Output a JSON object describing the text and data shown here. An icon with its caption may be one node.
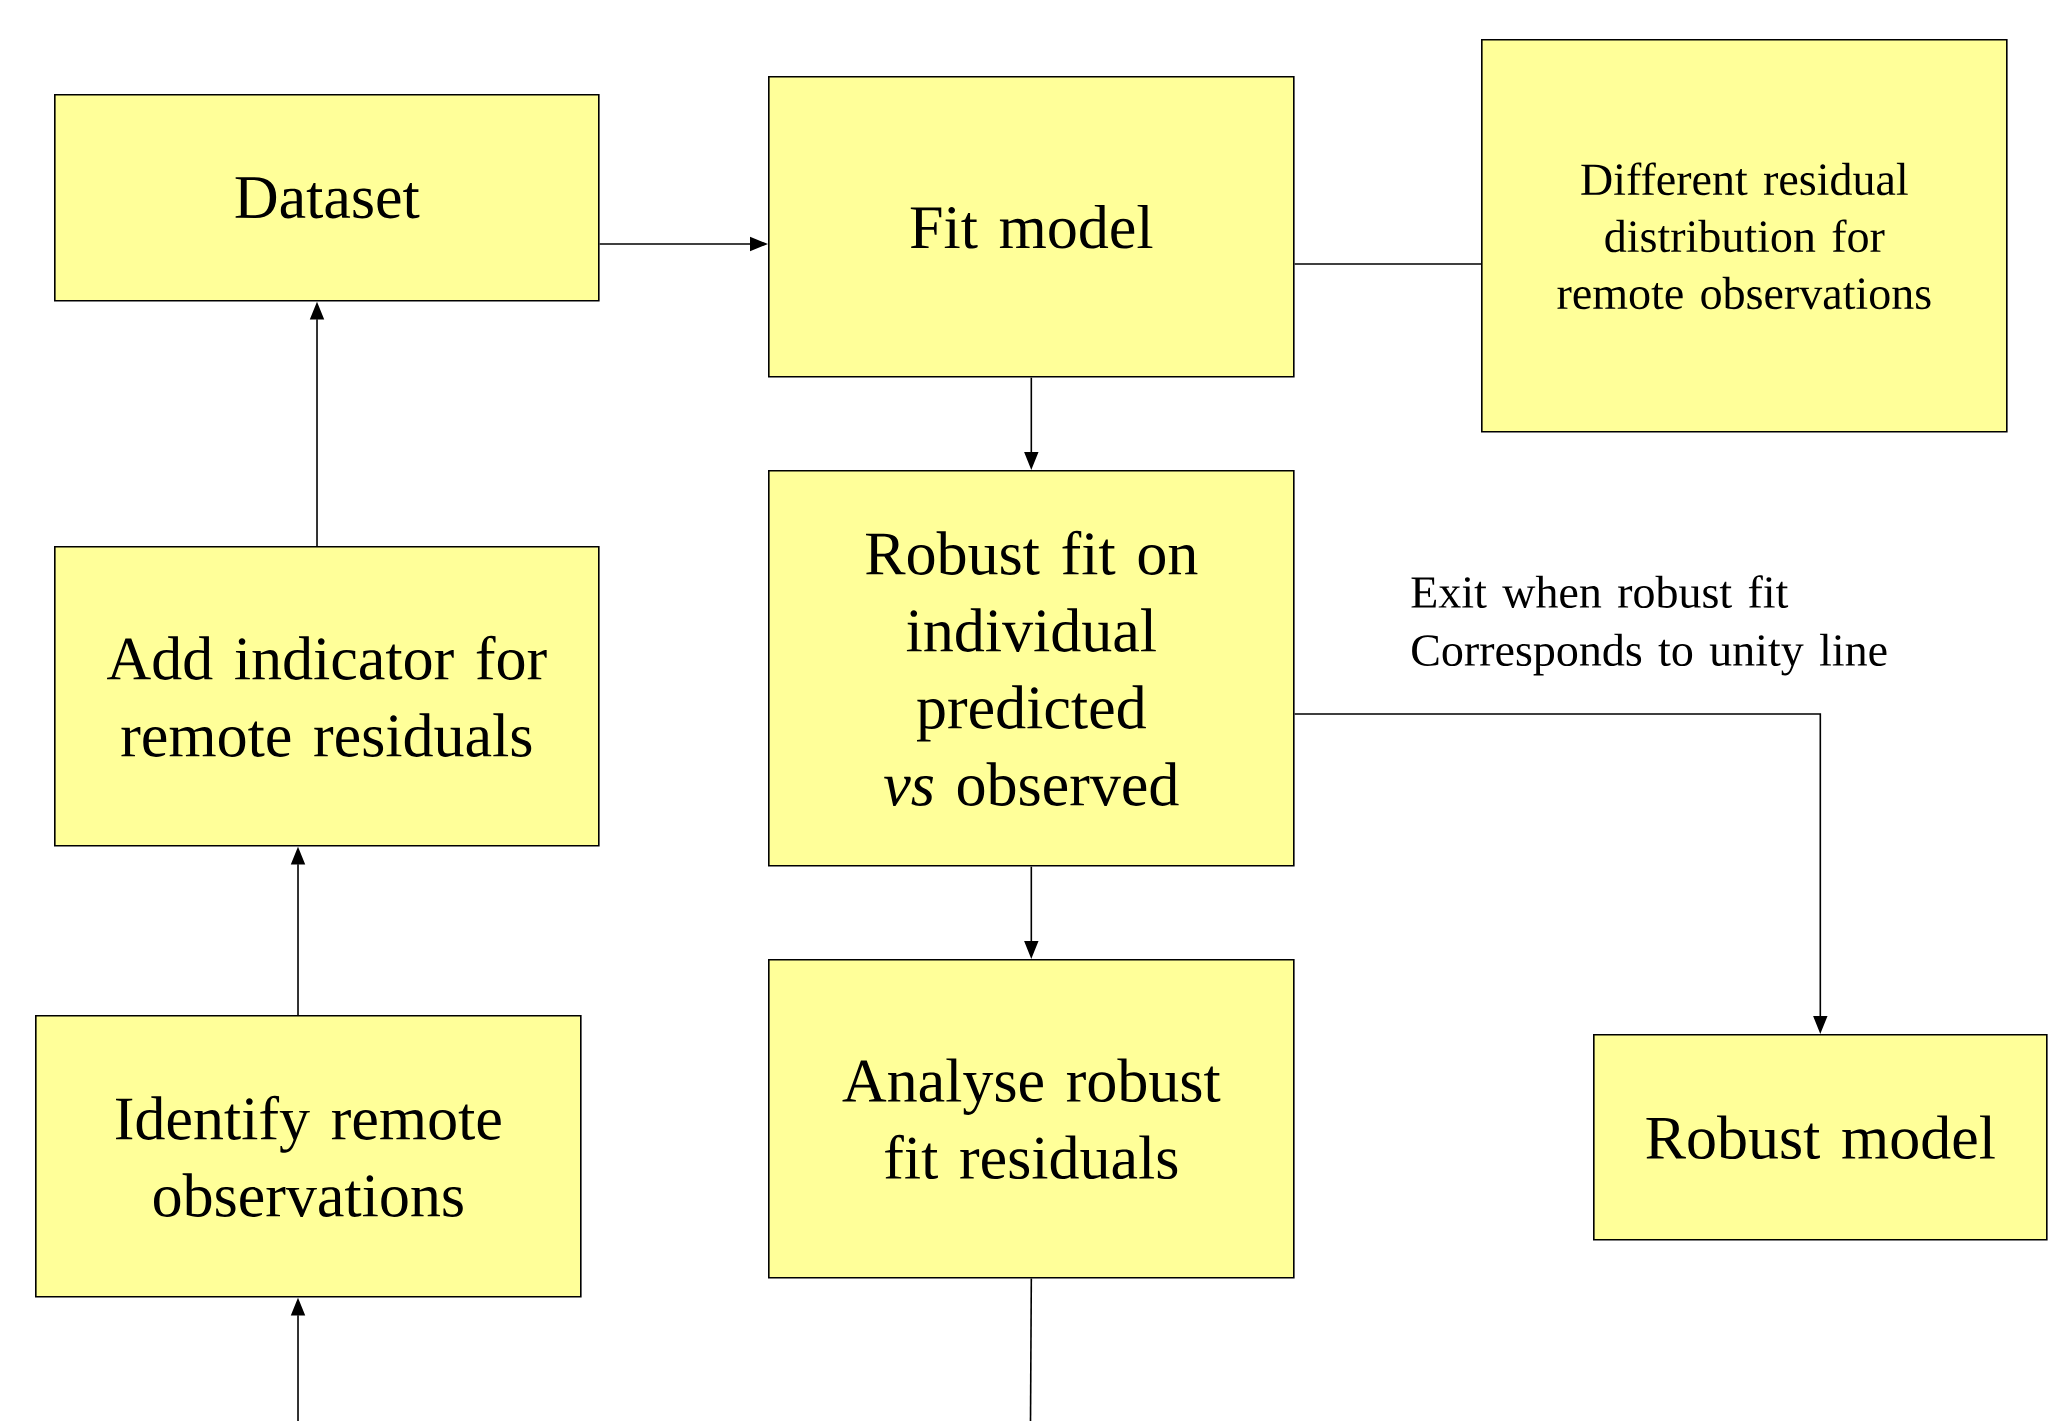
{
  "diagram": {
    "nodes": [
      {
        "text": [
          "Dataset"
        ]
      },
      {
        "text": [
          "Fit model"
        ]
      },
      {
        "text": [
          "Different residual distribution for remote observations"
        ]
      },
      {
        "text": [
          "Robust fit on individual predicted *vs* observed"
        ]
      },
      {
        "text": [
          "Add indicator for remote residuals"
        ]
      },
      {
        "text": [
          "Identify remote observations"
        ]
      },
      {
        "text": [
          "Analyse robust fit residuals"
        ]
      },
      {
        "text": [
          "Robust model"
        ]
      }
    ],
    "edges": [
      {
        "from": 0,
        "to": 1,
        "arrow": "to"
      },
      {
        "from": 1,
        "to": 2,
        "arrow": "none"
      },
      {
        "from": 1,
        "to": 3,
        "arrow": "to"
      },
      {
        "from": 3,
        "to": 7,
        "arrow": "to",
        "label": "Exit when robust fit Corresponds to unity line"
      },
      {
        "from": 4,
        "to": 0,
        "arrow": "to"
      },
      {
        "from": 5,
        "to": 4,
        "arrow": "to"
      },
      {
        "from": 6,
        "to": null,
        "arrow": "none"
      },
      {
        "from": null,
        "to": 5,
        "arrow": "to"
      },
      {
        "from": 3,
        "to": 6,
        "arrow": "to"
      }
    ]
  }
}
